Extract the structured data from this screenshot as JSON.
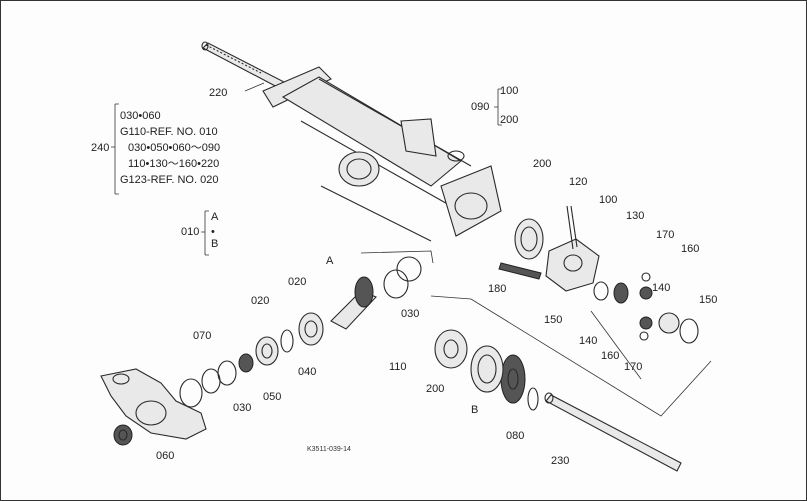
{
  "callouts": {
    "p220_top": "220",
    "p220_bottom": "230",
    "p200_upper": "200",
    "p200_lower": "200",
    "p120": "120",
    "p100": "100",
    "p130": "130",
    "p170_upper": "170",
    "p160_upper": "160",
    "p180": "180",
    "p150_left": "150",
    "p140_left": "140",
    "p140_right": "140",
    "p150_right": "150",
    "p160_lower": "160",
    "p170_lower": "170",
    "p110": "110",
    "pB": "B",
    "p080": "080",
    "pA": "A",
    "p020_upper": "020",
    "p020_left": "020",
    "p030_right": "030",
    "p040": "040",
    "p050": "050",
    "p030_lower": "030",
    "p070": "070",
    "p060": "060"
  },
  "group_090": {
    "ref": "090",
    "top": "100",
    "bottom": "200"
  },
  "group_010": {
    "ref": "010",
    "top": "A",
    "mid": "•",
    "bottom": "B"
  },
  "group_240": {
    "ref": "240",
    "lines": [
      "030•060",
      "G110-REF. NO. 010",
      "030•050•060～090",
      "110•130～160•220",
      "G123-REF. NO. 020"
    ]
  },
  "drawing_code": "K3511-039-14"
}
